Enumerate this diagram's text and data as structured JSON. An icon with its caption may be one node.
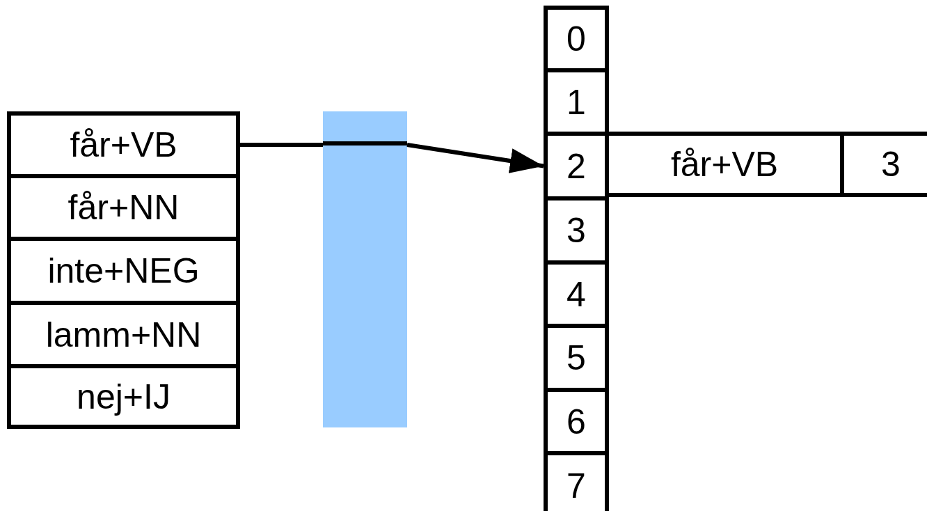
{
  "diagram": {
    "nodes": [
      {
        "text": [
          "får+VB"
        ]
      },
      {
        "text": [
          "får+NN"
        ]
      },
      {
        "text": [
          "inte+NEG"
        ]
      },
      {
        "text": [
          "lamm+NN"
        ]
      },
      {
        "text": [
          "nej+IJ"
        ]
      },
      {
        "text": [],
        "shape": "bar"
      },
      {
        "text": [
          "0"
        ]
      },
      {
        "text": [
          "1"
        ]
      },
      {
        "text": [
          "2"
        ]
      },
      {
        "text": [
          "3"
        ]
      },
      {
        "text": [
          "4"
        ]
      },
      {
        "text": [
          "5"
        ]
      },
      {
        "text": [
          "6"
        ]
      },
      {
        "text": [
          "7"
        ]
      },
      {
        "text": [
          "får+VB"
        ]
      },
      {
        "text": [
          "3"
        ]
      }
    ],
    "edges": [
      {
        "from": 0,
        "to": 5,
        "arrow": "none"
      },
      {
        "from": 5,
        "to": 8,
        "arrow": "to"
      }
    ]
  }
}
